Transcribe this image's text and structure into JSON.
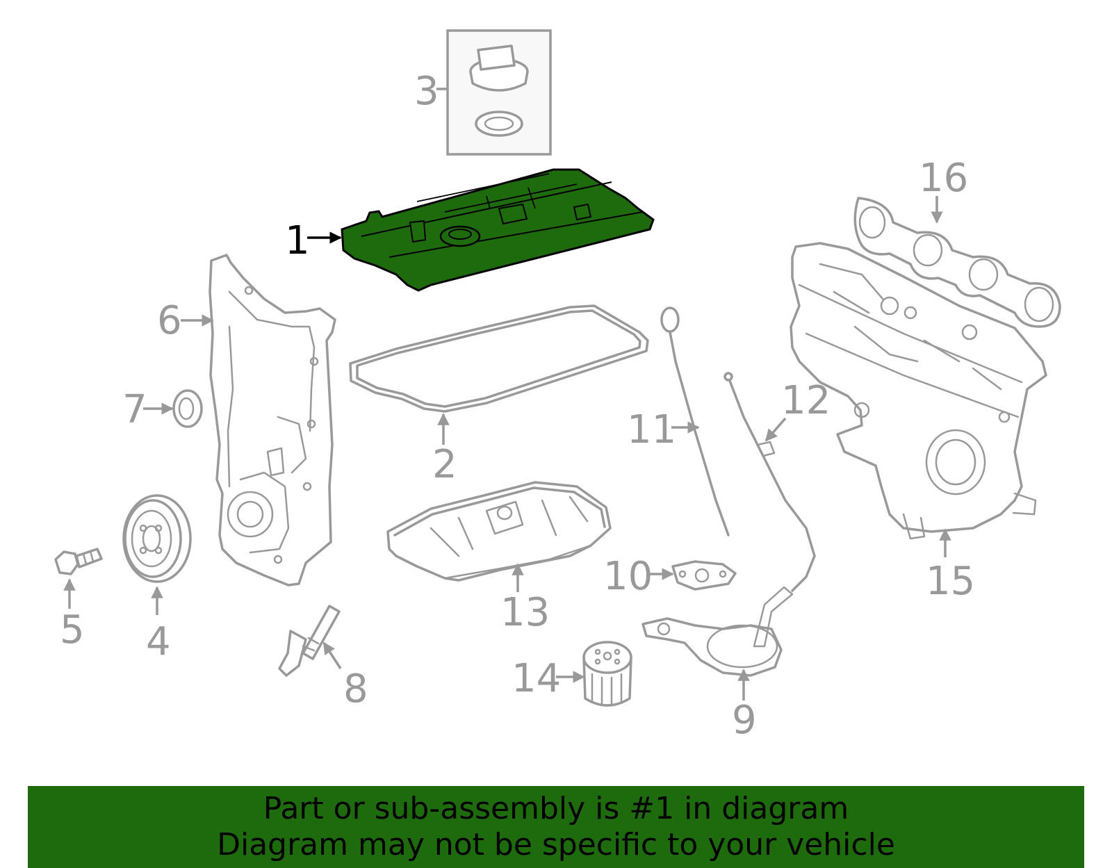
{
  "colors": {
    "highlight": "#1e6b0e",
    "parts": "#999999",
    "active_label": "#000000"
  },
  "highlighted_part": "1",
  "callouts": [
    "1",
    "2",
    "3",
    "4",
    "5",
    "6",
    "7",
    "8",
    "9",
    "10",
    "11",
    "12",
    "13",
    "14",
    "15",
    "16"
  ],
  "banner": {
    "line1": "Part or sub-assembly is #1 in diagram",
    "line2": "Diagram may not be specific to your vehicle"
  }
}
